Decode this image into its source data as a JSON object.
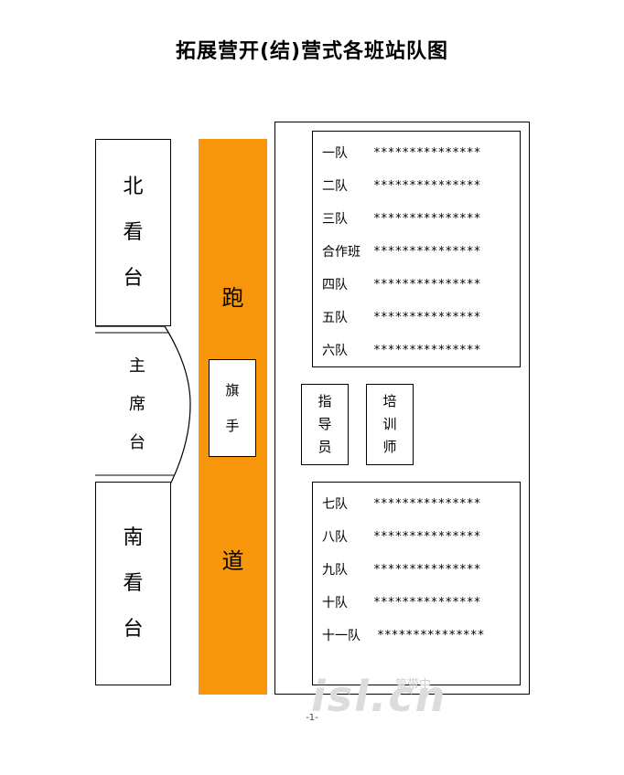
{
  "title": "拓展营开(结)营式各班站队图",
  "stands": {
    "north": [
      "北",
      "看",
      "台"
    ],
    "chairman": [
      "主",
      "席",
      "台"
    ],
    "south": [
      "南",
      "看",
      "台"
    ]
  },
  "track": {
    "top": "跑",
    "bottom": "道"
  },
  "flag_bearer": [
    "旗",
    "手"
  ],
  "instructor": [
    "指",
    "导",
    "员"
  ],
  "trainer": [
    "培",
    "训",
    "师"
  ],
  "group_upper": [
    {
      "name": "一队",
      "stars": "***************"
    },
    {
      "name": "二队",
      "stars": "***************"
    },
    {
      "name": "三队",
      "stars": "***************"
    },
    {
      "name": "合作班",
      "stars": "***************"
    },
    {
      "name": "四队",
      "stars": "***************"
    },
    {
      "name": "五队",
      "stars": "***************"
    },
    {
      "name": "六队",
      "stars": "***************"
    }
  ],
  "group_lower": [
    {
      "name": "七队",
      "stars": "***************"
    },
    {
      "name": "八队",
      "stars": "***************"
    },
    {
      "name": "九队",
      "stars": "***************"
    },
    {
      "name": "十队",
      "stars": "***************"
    },
    {
      "name": "十一队",
      "stars": "***************"
    }
  ],
  "footer": "-1-",
  "watermark": "isl.cn",
  "watermark_sub": "管带中",
  "colors": {
    "track": "#f7960a"
  }
}
